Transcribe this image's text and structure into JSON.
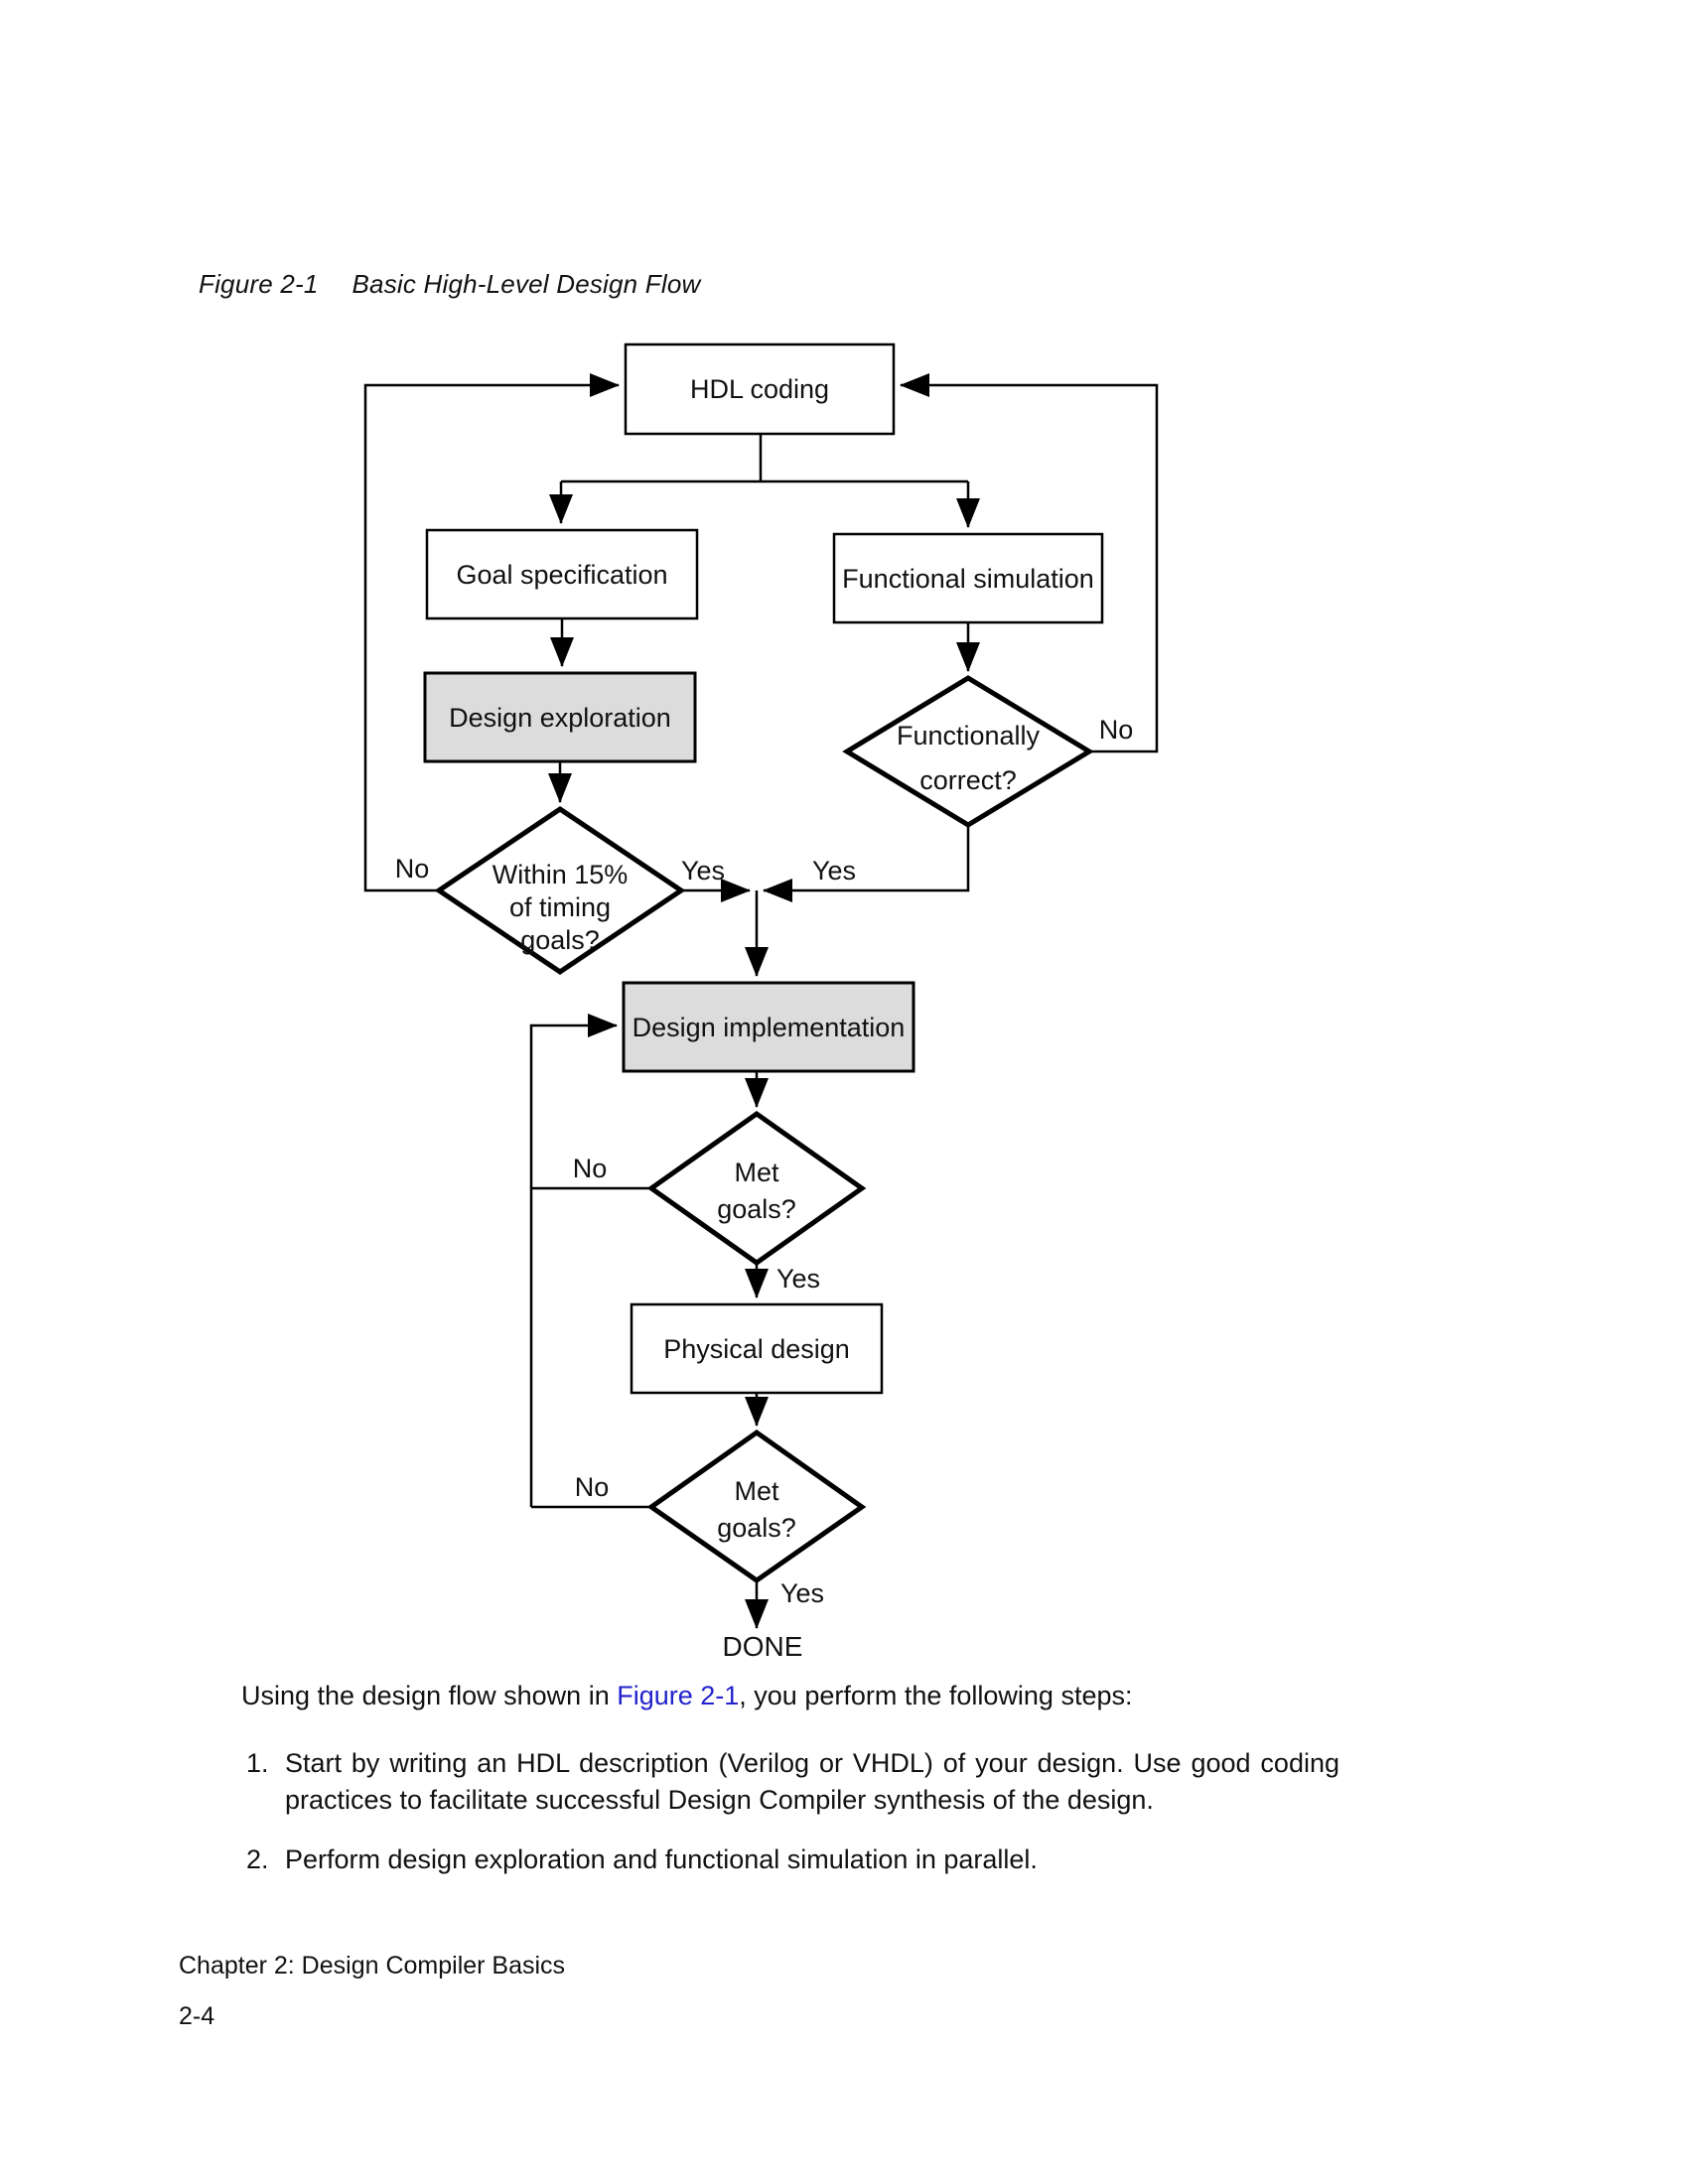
{
  "figure": {
    "label": "Figure 2-1",
    "title": "Basic High-Level Design Flow"
  },
  "flowchart": {
    "nodes": {
      "hdl_coding": "HDL coding",
      "goal_specification": "Goal specification",
      "functional_simulation": "Functional simulation",
      "design_exploration": "Design exploration",
      "functionally_correct": {
        "line1": "Functionally",
        "line2": "correct?"
      },
      "within_timing": {
        "line1": "Within 15%",
        "line2": "of timing",
        "line3": "goals?"
      },
      "design_implementation": "Design implementation",
      "met_goals_1": {
        "line1": "Met",
        "line2": "goals?"
      },
      "physical_design": "Physical design",
      "met_goals_2": {
        "line1": "Met",
        "line2": "goals?"
      },
      "done": "DONE"
    },
    "labels": {
      "within_no": "No",
      "within_yes": "Yes",
      "functionally_no": "No",
      "functionally_yes": "Yes",
      "met1_no": "No",
      "met1_yes": "Yes",
      "met2_no": "No",
      "met2_yes": "Yes"
    },
    "colors": {
      "node_fill_gray": "#dcdcdc",
      "node_fill_white": "#ffffff",
      "line_black": "#000000"
    }
  },
  "body": {
    "paragraph": {
      "pre": "Using the design flow shown in ",
      "link": "Figure 2-1",
      "post": ", you perform the following steps:"
    },
    "list": [
      {
        "num": "1.",
        "text": "Start by writing an HDL description (Verilog or VHDL) of your design. Use good coding practices to facilitate successful Design Compiler synthesis of the design."
      },
      {
        "num": "2.",
        "text": "Perform design exploration and functional simulation in parallel."
      }
    ]
  },
  "footer": {
    "chapter": "Chapter 2: Design Compiler Basics",
    "page": "2-4"
  },
  "link_color": "#2222cc"
}
